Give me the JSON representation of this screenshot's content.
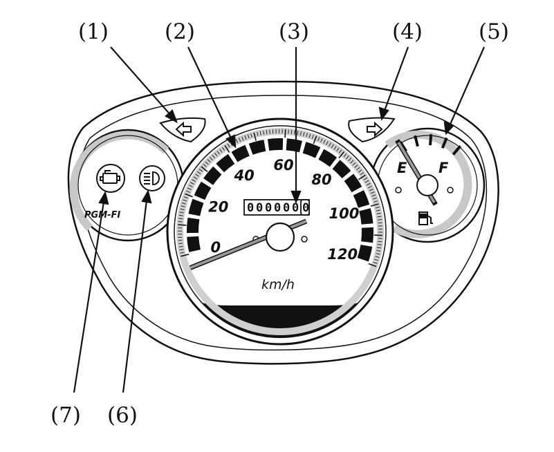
{
  "callouts": [
    {
      "id": "1",
      "label": "(1)"
    },
    {
      "id": "2",
      "label": "(2)"
    },
    {
      "id": "3",
      "label": "(3)"
    },
    {
      "id": "4",
      "label": "(4)"
    },
    {
      "id": "5",
      "label": "(5)"
    },
    {
      "id": "6",
      "label": "(6)"
    },
    {
      "id": "7",
      "label": "(7)"
    }
  ],
  "speedometer": {
    "scale_labels": [
      "0",
      "20",
      "40",
      "60",
      "80",
      "100",
      "120"
    ],
    "unit": "km/h",
    "needle_value": 0
  },
  "odometer": {
    "digits": [
      "0",
      "0",
      "0",
      "0",
      "0",
      "0"
    ],
    "last_digit": "0"
  },
  "fuel_gauge": {
    "empty_label": "E",
    "full_label": "F"
  },
  "left_panel": {
    "brand": "PGM-FI"
  },
  "icons": [
    "left-turn-signal-icon",
    "right-turn-signal-icon",
    "engine-check-icon",
    "high-beam-icon",
    "fuel-pump-icon"
  ]
}
